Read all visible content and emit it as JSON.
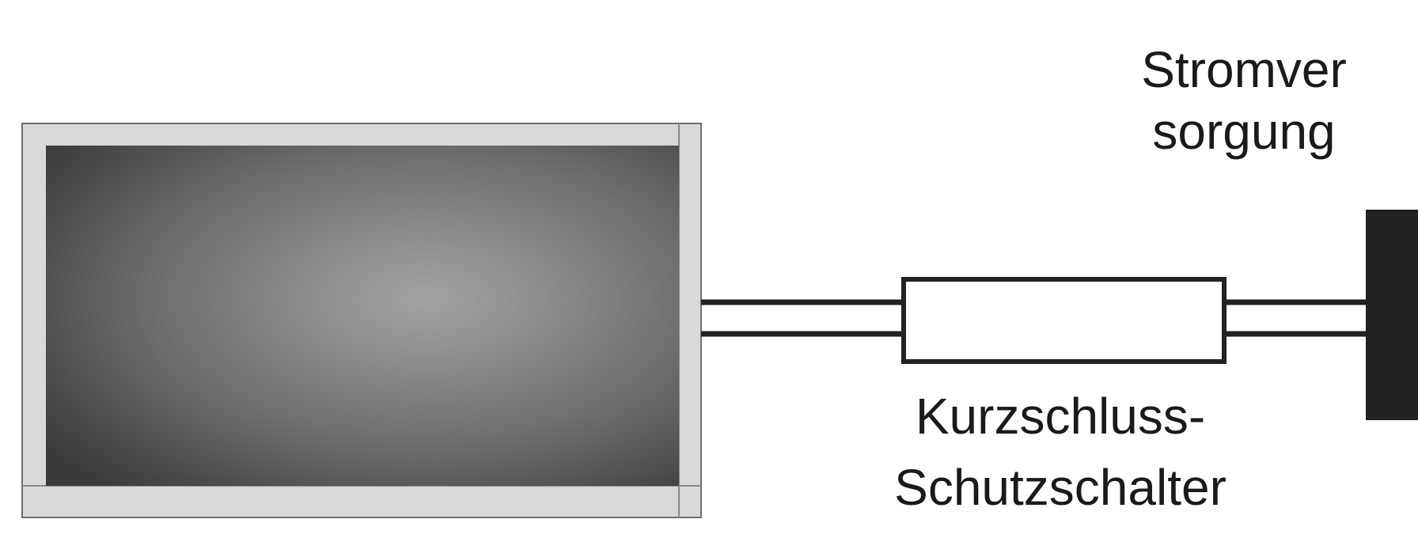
{
  "labels": {
    "power_supply_line1": "Stromver",
    "power_supply_line2": "sorgung",
    "breaker_line1": "Kurzschluss-",
    "breaker_line2": "Schutzschalter"
  },
  "colors": {
    "tv_frame": "#d9d9d9",
    "tv_screen_light": "#a0a0a0",
    "tv_screen_dark": "#3a3a3a",
    "power_block": "#222222",
    "lines": "#222222"
  },
  "icons": {
    "tv": "flat-panel-tv-icon",
    "breaker": "circuit-breaker-box",
    "power_source": "power-supply-block"
  }
}
